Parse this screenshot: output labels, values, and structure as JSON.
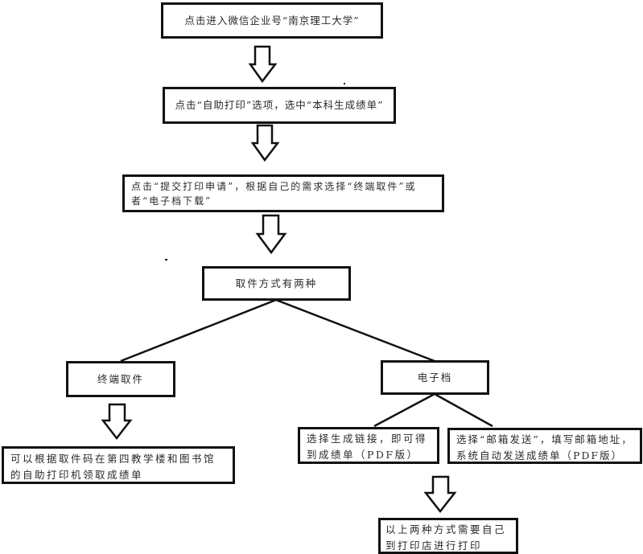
{
  "flowchart": {
    "step1": "点击进入微信企业号“南京理工大学”",
    "step2": "点击“自助打印”选项，选中“本科生成绩单”",
    "step3": "点击“提交打印申请”，根据自己的需求选择“终端取件”或者“电子档下载”",
    "branch_point": "取件方式有两种",
    "option_terminal": "终端取件",
    "option_electronic": "电子档",
    "terminal_detail": "可以根据取件码在第四教学楼和图书馆的自助打印机领取成绩单",
    "electronic_link": "选择生成链接，即可得到成绩单（PDF版）",
    "electronic_email": "选择“邮箱发送”，填写邮箱地址，系统自动发送成绩单（PDF版）",
    "final_note": "以上两种方式需要自己到打印店进行打印"
  },
  "colors": {
    "stroke": "#111111",
    "text": "#2a2a2a",
    "background": "#ffffff"
  }
}
